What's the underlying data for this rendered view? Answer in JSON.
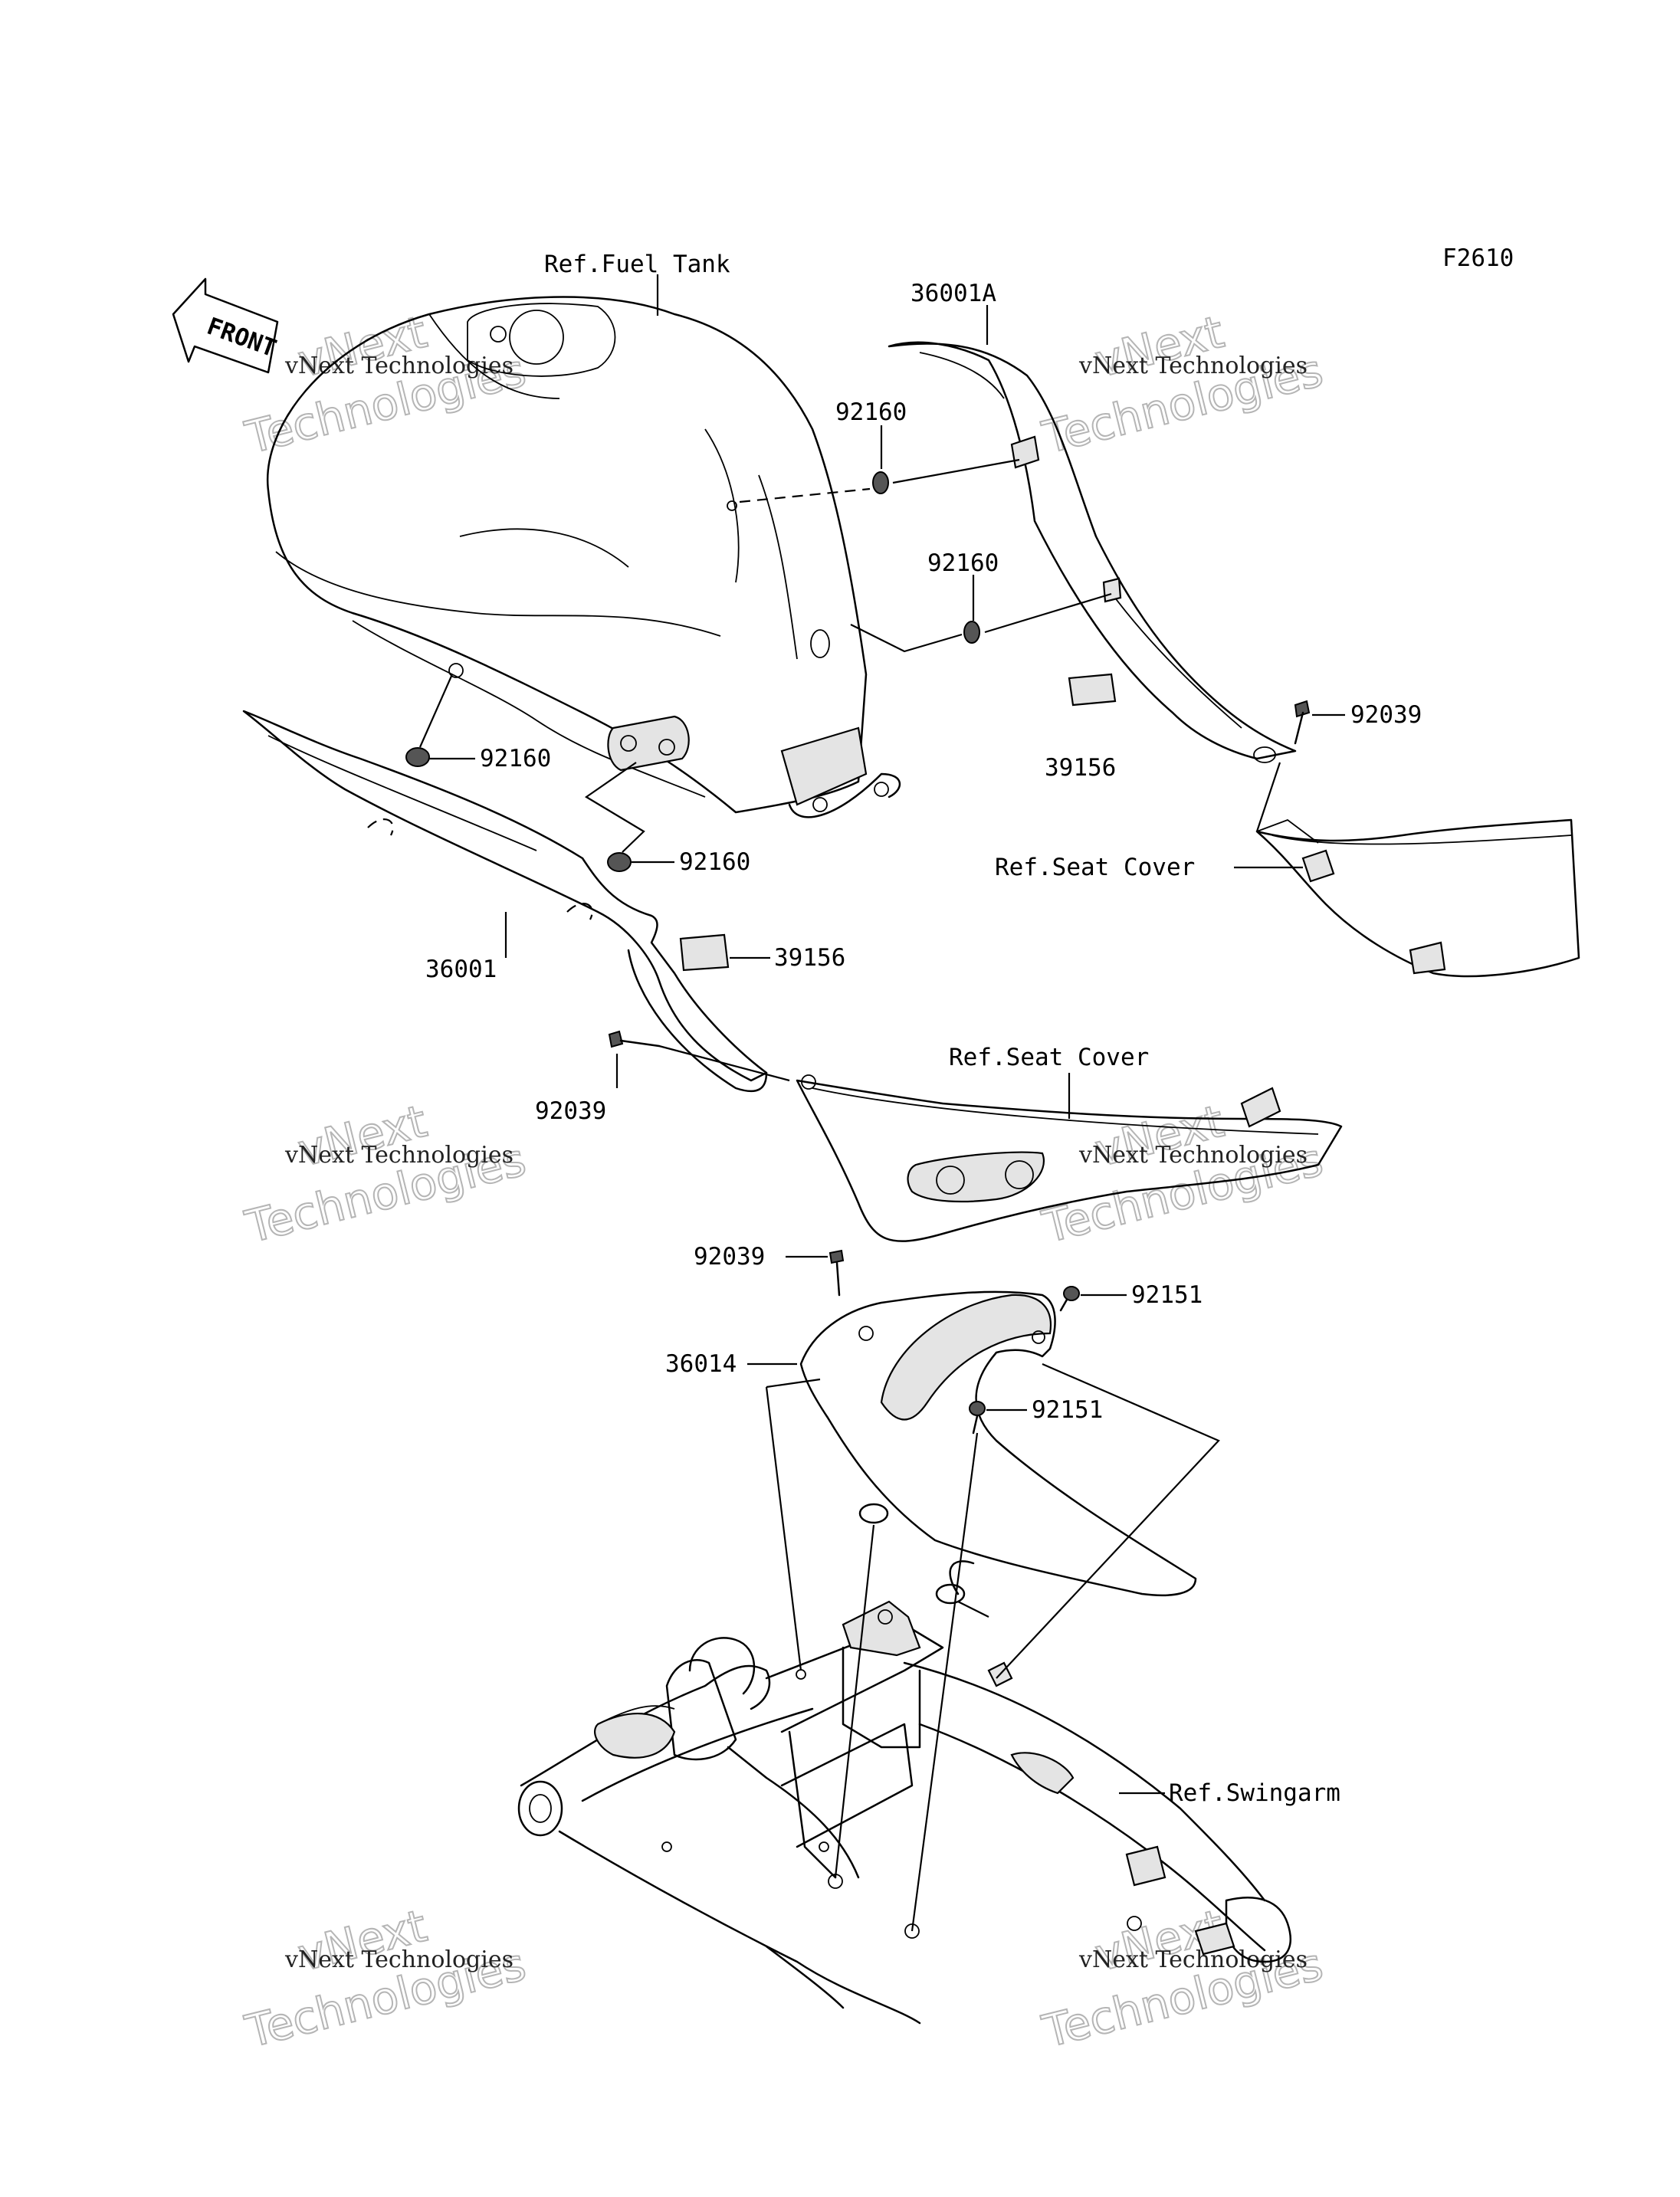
{
  "diagram_code": "F2610",
  "front_arrow": "FRONT",
  "refs": {
    "fuel_tank": "Ref.Fuel Tank",
    "seat_cover_right": "Ref.Seat Cover",
    "seat_cover_lower": "Ref.Seat Cover",
    "swingarm": "Ref.Swingarm"
  },
  "parts": {
    "p36001A": "36001A",
    "p92160_a": "92160",
    "p92160_b": "92160",
    "p92160_c": "92160",
    "p92160_d": "92160",
    "p92039_a": "92039",
    "p92039_b": "92039",
    "p92039_c": "92039",
    "p39156_a": "39156",
    "p39156_b": "39156",
    "p36001": "36001",
    "p36014": "36014",
    "p92151_a": "92151",
    "p92151_b": "92151"
  },
  "watermark": {
    "line_small": "vNext Technologies",
    "line_big1": "vNext",
    "line_big2": "Technologies"
  }
}
